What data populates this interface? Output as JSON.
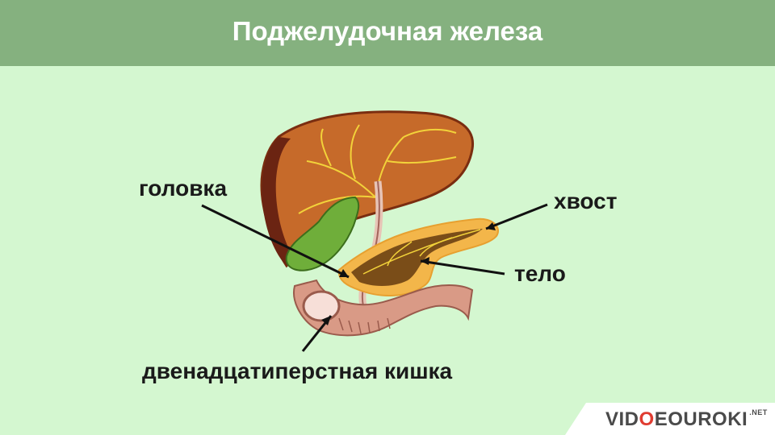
{
  "title": "Поджелудочная железа",
  "labels": {
    "head": "головка",
    "tail": "хвост",
    "body": "тело",
    "duodenum": "двенадцатиперстная кишка"
  },
  "logo": {
    "part1": "VID",
    "part2": "EOUROKI",
    "suffix": ".NET"
  },
  "colors": {
    "header": "#85b17f",
    "background": "#d4f7d0",
    "liver": "#c66a2a",
    "gallbladder": "#6fae3a",
    "pancreas": "#f3b64a",
    "duodenum": "#d99a86"
  }
}
